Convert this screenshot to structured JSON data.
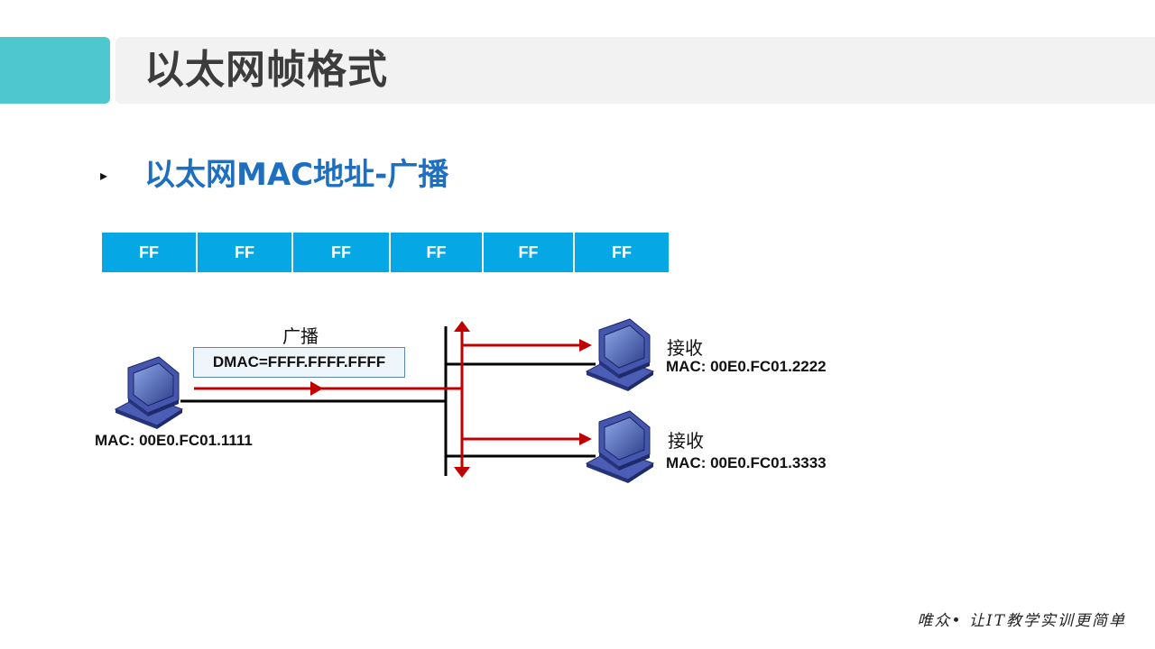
{
  "title": "以太网帧格式",
  "section": {
    "bullet": "▸",
    "heading": "以太网MAC地址-广播"
  },
  "address_bytes": [
    "FF",
    "FF",
    "FF",
    "FF",
    "FF",
    "FF"
  ],
  "diagram": {
    "sender": {
      "label_top": "广播",
      "frame_label": "DMAC=FFFF.FFFF.FFFF",
      "mac": "MAC: 00E0.FC01.1111",
      "icon": "computer-icon"
    },
    "receivers": [
      {
        "status": "接收",
        "mac": "MAC: 00E0.FC01.2222",
        "icon": "computer-icon"
      },
      {
        "status": "接收",
        "mac": "MAC: 00E0.FC01.3333",
        "icon": "computer-icon"
      }
    ],
    "colors": {
      "signal": "#c00000",
      "cable": "#000000",
      "pc_body": "#3a4aa0"
    }
  },
  "footer": "唯众• 让IT教学实训更简单"
}
